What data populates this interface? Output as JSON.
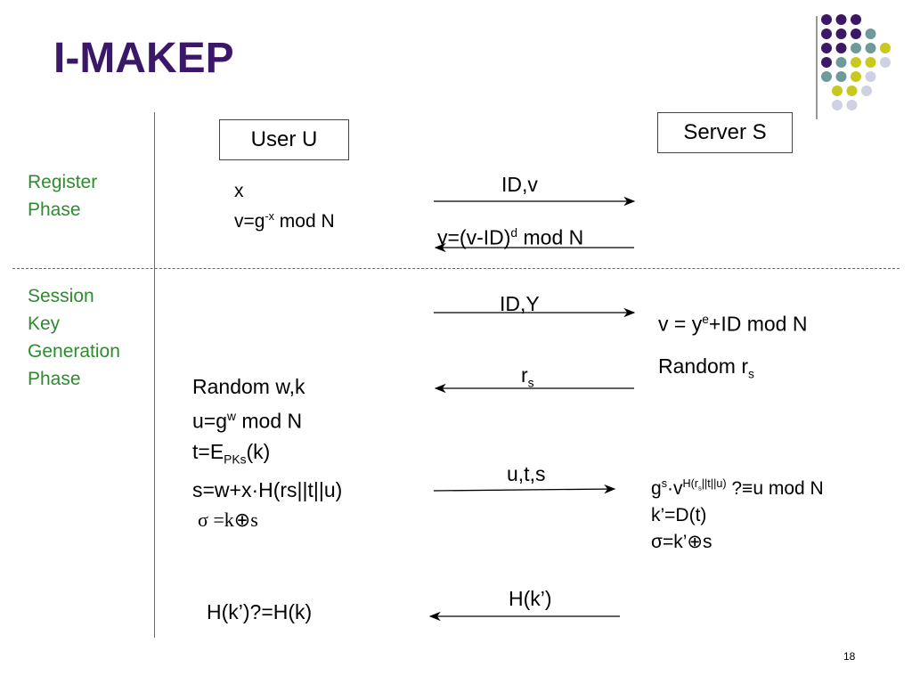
{
  "slide": {
    "title": "I-MAKEP",
    "page_number": "18"
  },
  "boxes": {
    "user": "User U",
    "server": "Server S"
  },
  "phases": {
    "register": [
      "Register",
      "Phase"
    ],
    "session": [
      "Session",
      "Key",
      "Generation",
      "Phase"
    ]
  },
  "register": {
    "user_line1": "x",
    "user_line2_a": "v=g",
    "user_line2_sup": "-x",
    "user_line2_b": " mod N",
    "msg1": "ID,v",
    "msg2_a": "y=(v-ID)",
    "msg2_sup": "d",
    "msg2_b": " mod N"
  },
  "session": {
    "msg_idy": "ID,Y",
    "server_v_a": "v = y",
    "server_v_sup": "e",
    "server_v_b": "+ID mod N",
    "server_rand_a": "Random r",
    "server_rand_sub": "s",
    "msg_rs_a": "r",
    "msg_rs_sub": "s",
    "user_l1": "Random w,k",
    "user_l2_a": "u=g",
    "user_l2_sup": "w",
    "user_l2_b": " mod N",
    "user_l3_a": "t=E",
    "user_l3_sub": "PKs",
    "user_l3_b": "(k)",
    "user_l4": "s=w+x·H(rs||t||u)",
    "user_l5": "σ =k⊕s",
    "msg_uts": "u,t,s",
    "server_l1_a": "g",
    "server_l1_sup1": "s",
    "server_l1_mid": "·v",
    "server_l1_sup2": "H(r",
    "server_l1_sup2_sub": "s",
    "server_l1_sup2_end": "||t||u)",
    "server_l1_b": " ?≡u mod N",
    "server_l2": "k’=D(t)",
    "server_l3": "σ=k’⊕s",
    "msg_hk": "H(k’)",
    "user_check": "H(k’)?=H(k)"
  },
  "colors": {
    "title": "#3b1767",
    "phase_text": "#2e8b2e",
    "dot_purple": "#3b1767",
    "dot_teal": "#6e9a9a",
    "dot_yellow": "#c8c81e",
    "dot_lavender": "#d0d0e4"
  }
}
